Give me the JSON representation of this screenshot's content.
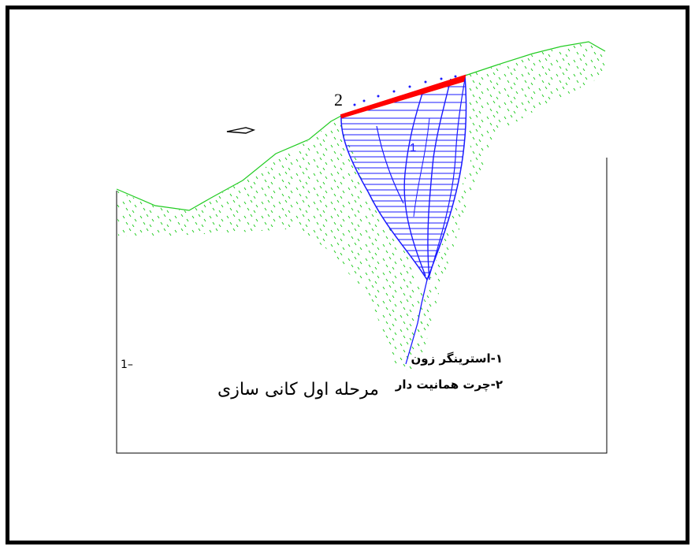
{
  "figure": {
    "labels": {
      "zone_1": "1",
      "zone_2": "2",
      "section_marker": "1–"
    },
    "legend": [
      "۱-استرینگر زون",
      "۲-چرت همانیت دار"
    ],
    "caption": "مرحله اول کانی سازی",
    "colors": {
      "frame": "#000000",
      "topography": "#22cc22",
      "host_rock_dots": "#22cc22",
      "stringer_zone": "#1a1aff",
      "hematitic_chert": "#ff0000"
    },
    "icons": [
      "north-arrow-icon"
    ]
  }
}
